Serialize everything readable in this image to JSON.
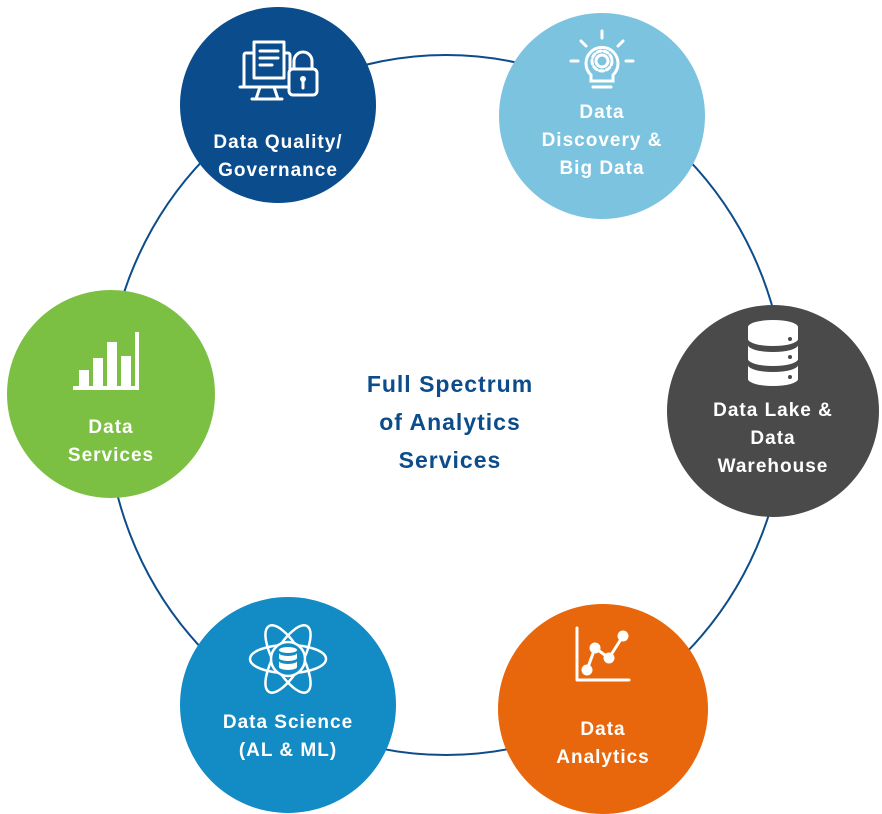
{
  "diagram": {
    "center_lines": [
      "Full Spectrum",
      "of Analytics",
      "Services"
    ],
    "nodes": [
      {
        "key": "quality",
        "lines": [
          "Data Quality/",
          "Governance"
        ],
        "icon": "document-lock-icon",
        "color": "#0a4c8c"
      },
      {
        "key": "discovery",
        "lines": [
          "Data",
          "Discovery &",
          "Big Data"
        ],
        "icon": "lightbulb-gear-icon",
        "color": "#7cc3e0"
      },
      {
        "key": "lake",
        "lines": [
          "Data Lake &",
          "Data",
          "Warehouse"
        ],
        "icon": "database-icon",
        "color": "#4a4a4a"
      },
      {
        "key": "analytics",
        "lines": [
          "Data",
          "Analytics"
        ],
        "icon": "line-chart-icon",
        "color": "#e8670c"
      },
      {
        "key": "science",
        "lines": [
          "Data Science",
          "(AL & ML)"
        ],
        "icon": "atom-database-icon",
        "color": "#138bc5"
      },
      {
        "key": "services",
        "lines": [
          "Data",
          "Services"
        ],
        "icon": "bar-chart-icon",
        "color": "#7bc043"
      }
    ],
    "colors": {
      "ring": "#0c4c8a",
      "center_text": "#0c4c8a"
    }
  }
}
